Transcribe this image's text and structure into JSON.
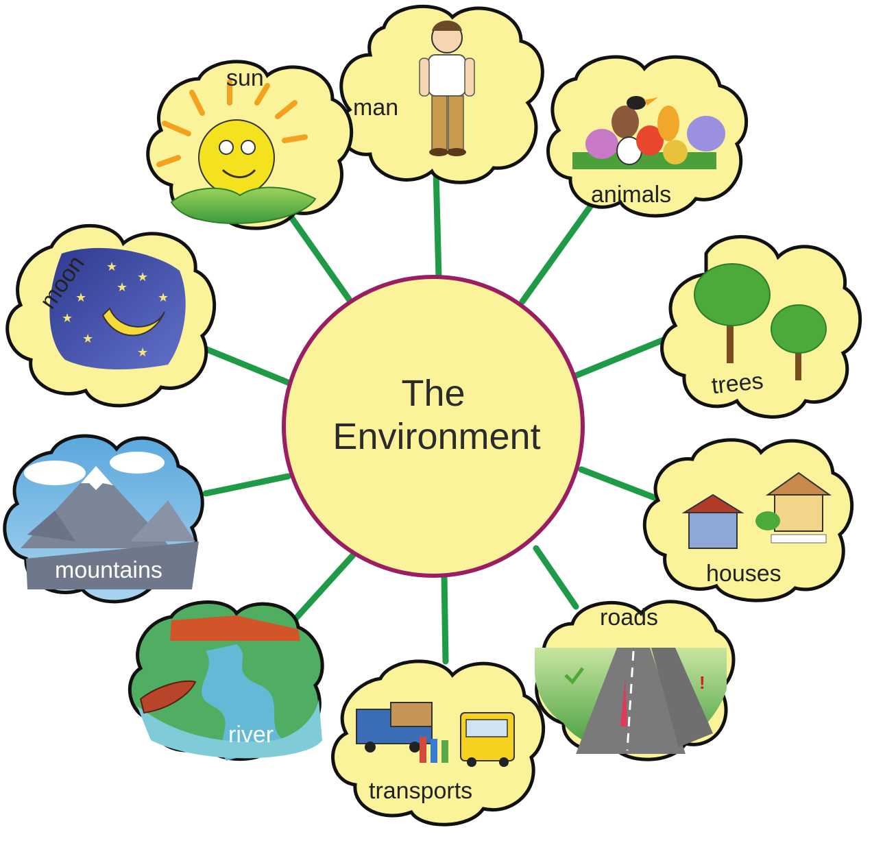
{
  "title": {
    "line1": "The",
    "line2": "Environment"
  },
  "nodes": {
    "man": "man",
    "animals": "animals",
    "trees": "trees",
    "houses": "houses",
    "roads": "roads",
    "transports": "transports",
    "river": "river",
    "mountains": "mountains",
    "moon": "moon",
    "sun": "sun"
  },
  "colors": {
    "bubble_fill": "#fbf39a",
    "center_fill": "#fbf39a",
    "center_ring": "#9b1e63",
    "connector": "#1f9a47",
    "outline": "#111111"
  }
}
